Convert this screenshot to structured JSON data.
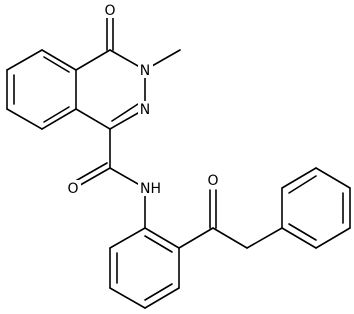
{
  "atoms": {
    "o_ketone_ring": "O",
    "n_methyl": "N",
    "n_ring": "N",
    "o_amide": "O",
    "nh": "NH",
    "o_ketone_side": "O"
  },
  "colors": {
    "bond": "#000000",
    "background": "#ffffff"
  }
}
